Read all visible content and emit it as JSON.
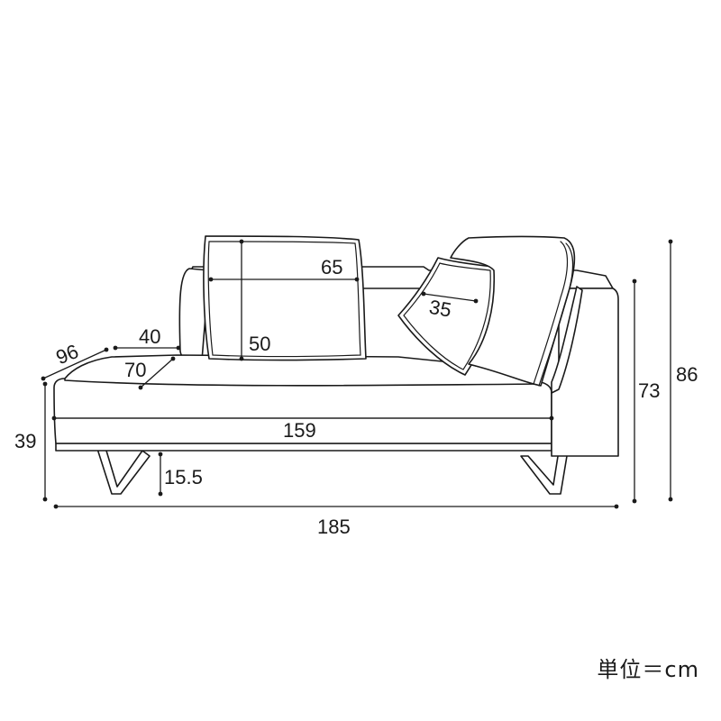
{
  "dimensions": {
    "depth_total": "96",
    "arm_width": "40",
    "seat_depth": "70",
    "seat_height": "39",
    "cushion_width": "65",
    "cushion_height": "50",
    "small_cushion": "35",
    "seat_width": "159",
    "leg_height": "15.5",
    "total_width": "185",
    "back_height": "73",
    "total_height": "86"
  },
  "unit_note": "単位＝cm"
}
